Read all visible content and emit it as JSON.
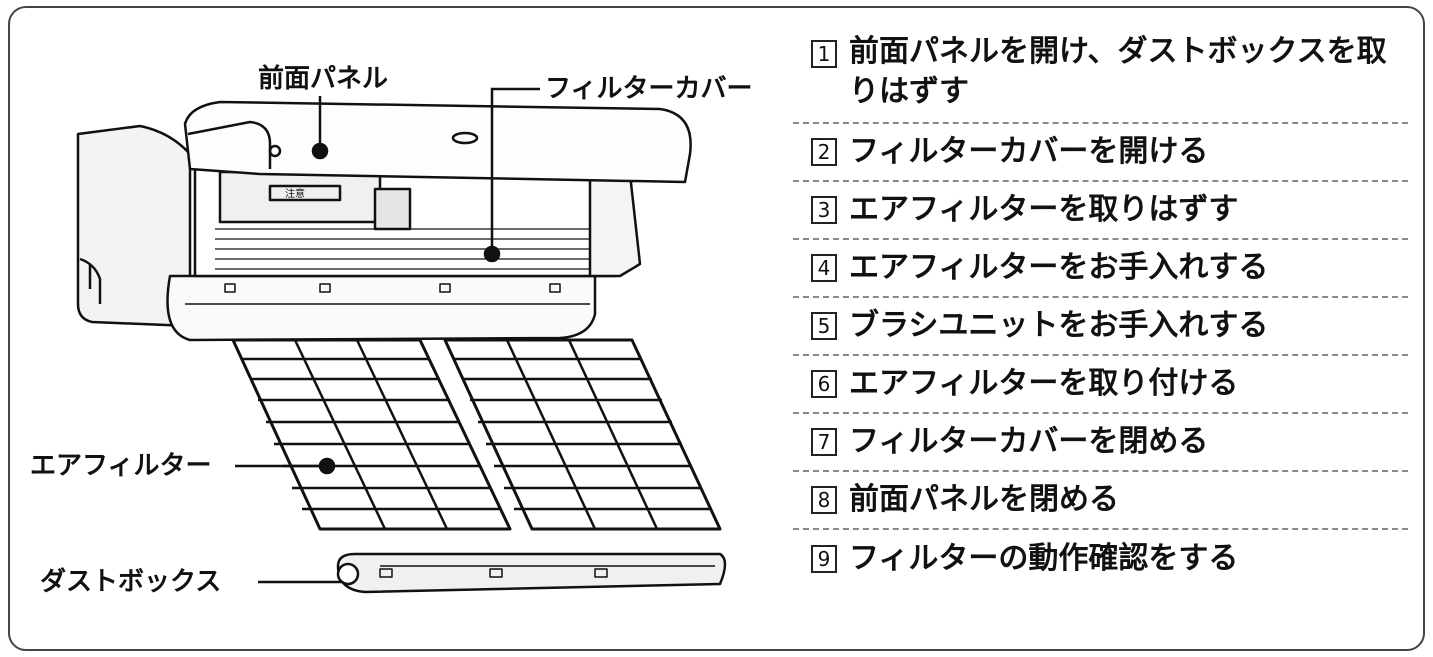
{
  "callouts": {
    "front_panel": "前面パネル",
    "filter_cover": "フィルターカバー",
    "air_filter": "エアフィルター",
    "dust_box": "ダストボックス"
  },
  "unit_caution_label": "注意",
  "steps": [
    {
      "num": "1",
      "text": "前面パネルを開け、ダストボックスを取りはずす"
    },
    {
      "num": "2",
      "text": "フィルターカバーを開ける"
    },
    {
      "num": "3",
      "text": "エアフィルターを取りはずす"
    },
    {
      "num": "4",
      "text": "エアフィルターをお手入れする"
    },
    {
      "num": "5",
      "text": "ブラシユニットをお手入れする"
    },
    {
      "num": "6",
      "text": "エアフィルターを取り付ける"
    },
    {
      "num": "7",
      "text": "フィルターカバーを閉める"
    },
    {
      "num": "8",
      "text": "前面パネルを閉める"
    },
    {
      "num": "9",
      "text": "フィルターの動作確認をする"
    }
  ],
  "colors": {
    "line": "#111111",
    "border": "#444444",
    "divider": "#888888"
  }
}
